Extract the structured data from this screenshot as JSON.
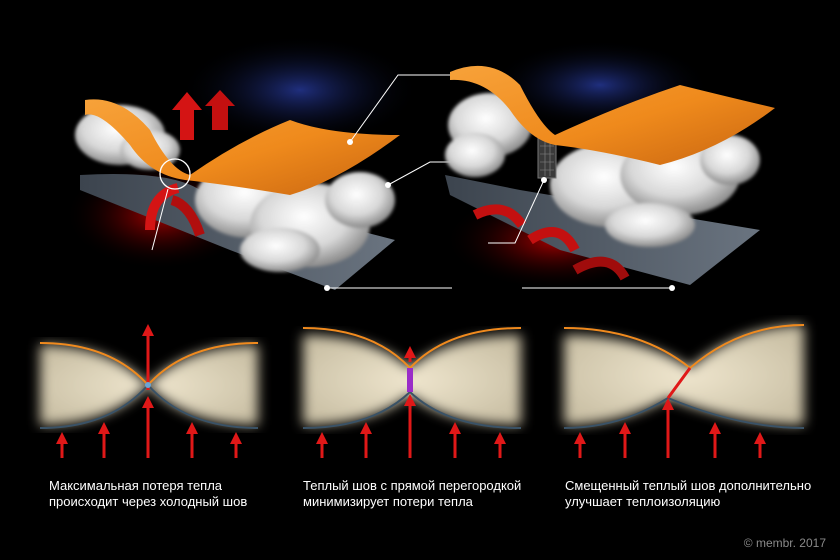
{
  "captions": [
    "Максимальная потеря тепла\nпроисходит через холодный шов",
    "Теплый шов с прямой перегородкой\nминимизирует потери тепла",
    "Смещенный теплый шов дополнительно\nулучшает теплоизоляцию"
  ],
  "credit": "© membr. 2017",
  "colors": {
    "shell": "#f08a1e",
    "shell_dark": "#b85a0c",
    "liner": "#5a6470",
    "insulation": "#e8e0c8",
    "seam_line": "#3a5266",
    "heat_arrow": "#e01818",
    "partition": "#9a2cc8",
    "glow_blue": "#1a2a7a",
    "glow_red": "#a00000"
  },
  "icons": [
    "heat-loss-arrow-icon",
    "down-feather-icon"
  ]
}
